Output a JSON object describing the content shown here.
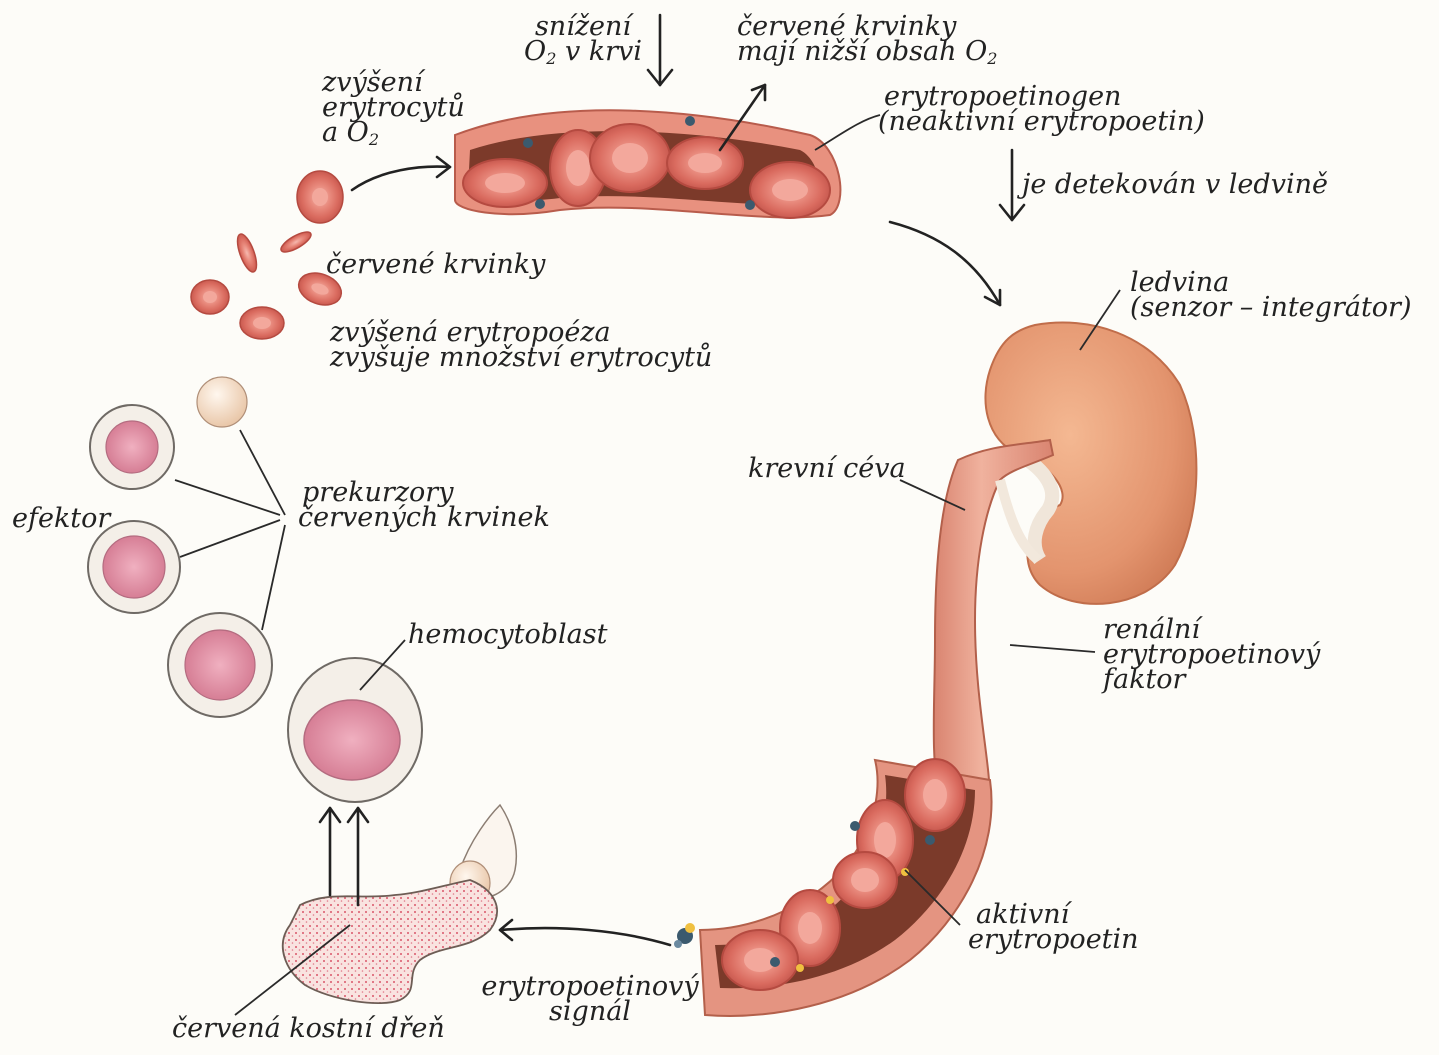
{
  "labels": {
    "o2_decrease": {
      "line1": "snížení",
      "line2_pre": "O",
      "line2_sub": "2",
      "line2_post": " v krvi"
    },
    "rbc_low_o2": {
      "line1": "červené krvinky",
      "line2_pre": "mají nižší obsah O",
      "line2_sub": "2"
    },
    "erythropoietinogen": {
      "line1": "erytropoetinogen",
      "line2": "(neaktivní erytropoetin)"
    },
    "detected_in_kidney": "je detekován v ledvině",
    "kidney": {
      "line1": "ledvina",
      "line2": "(senzor – integrátor)"
    },
    "blood_vessel": "krevní céva",
    "renal_factor": {
      "line1": "renální",
      "line2": "erytropoetinový",
      "line3": "faktor"
    },
    "active_epo": {
      "line1": "aktivní",
      "line2": "erytropoetin"
    },
    "epo_signal": {
      "line1": "erytropoetinový",
      "line2": "signál"
    },
    "red_marrow": "červená kostní dřeň",
    "hemocytoblast": "hemocytoblast",
    "precursors": {
      "line1": "prekurzory",
      "line2": "červených krvinek"
    },
    "effector": "efektor",
    "increased_erythropoiesis": {
      "line1": "zvýšená erytropoéza",
      "line2": "zvyšuje množství erytrocytů"
    },
    "rbcs": "červené krvinky",
    "increase_rbc_o2": {
      "line1": "zvýšení",
      "line2": "erytrocytů",
      "line3_pre": "a O",
      "line3_sub": "2"
    }
  },
  "colors": {
    "rbc": "#e07f74",
    "rbc_rim": "#c95f55",
    "vessel": "#e59a84",
    "vessel_inner": "#7a3b2a",
    "kidney": "#e59b78",
    "cell_halo": "#f2ede6",
    "nucleus": "#e8a3b2",
    "marrow": "#f8d9d6",
    "marrow_dots": "#d9566a"
  }
}
